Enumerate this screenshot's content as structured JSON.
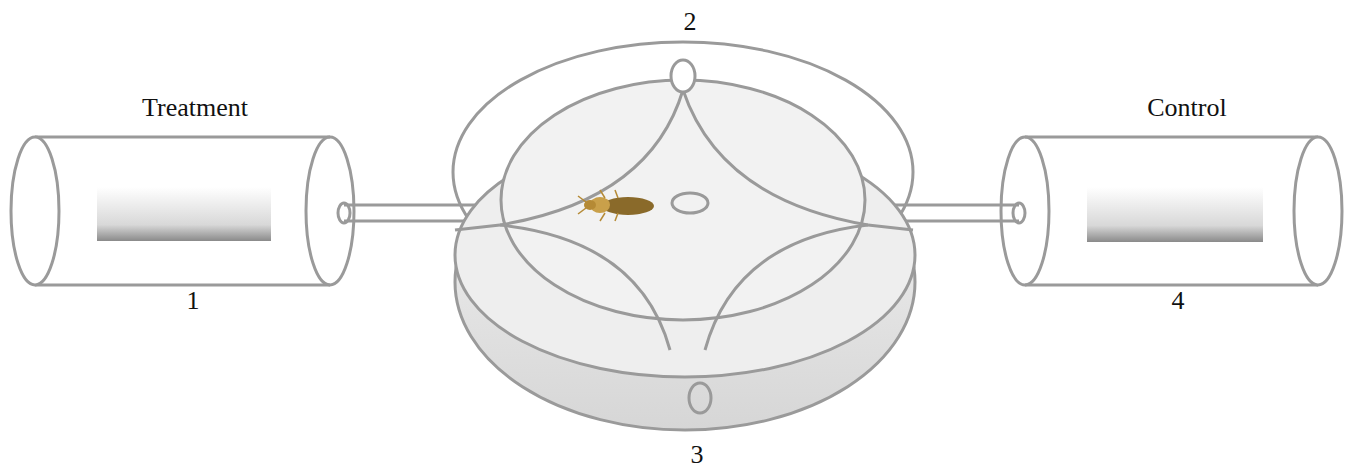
{
  "diagram": {
    "labels": [
      "2",
      "Treatment",
      "Control",
      "1",
      "4",
      "3"
    ]
  }
}
